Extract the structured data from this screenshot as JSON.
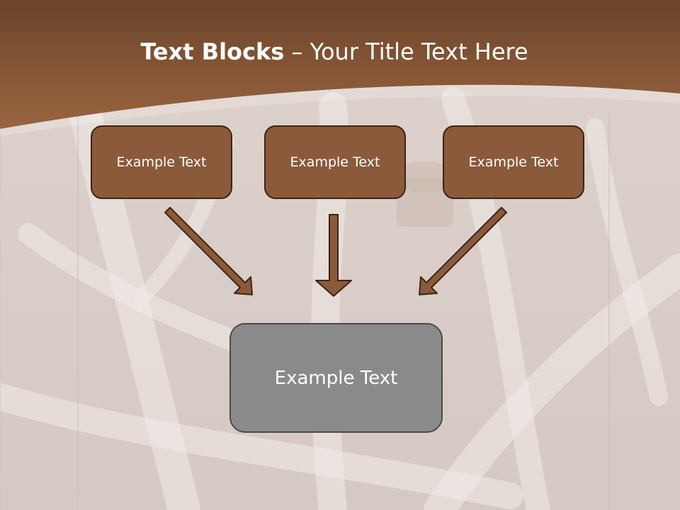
{
  "slide": {
    "title_bold": "Text Blocks",
    "title_dash": " – ",
    "title_rest": "Your Title Text Here"
  },
  "boxes": {
    "left": "Example Text",
    "center": "Example Text",
    "right": "Example Text",
    "bottom": "Example Text"
  },
  "colors": {
    "header": "#7a4a2c",
    "box_fill": "#8a5a3b",
    "box_border": "#3e2414",
    "bottom_box_fill": "#8a8a8a",
    "arrow": "#8a5a3b"
  },
  "icons": [
    "arrow-down-right-icon",
    "arrow-down-icon",
    "arrow-down-left-icon"
  ]
}
